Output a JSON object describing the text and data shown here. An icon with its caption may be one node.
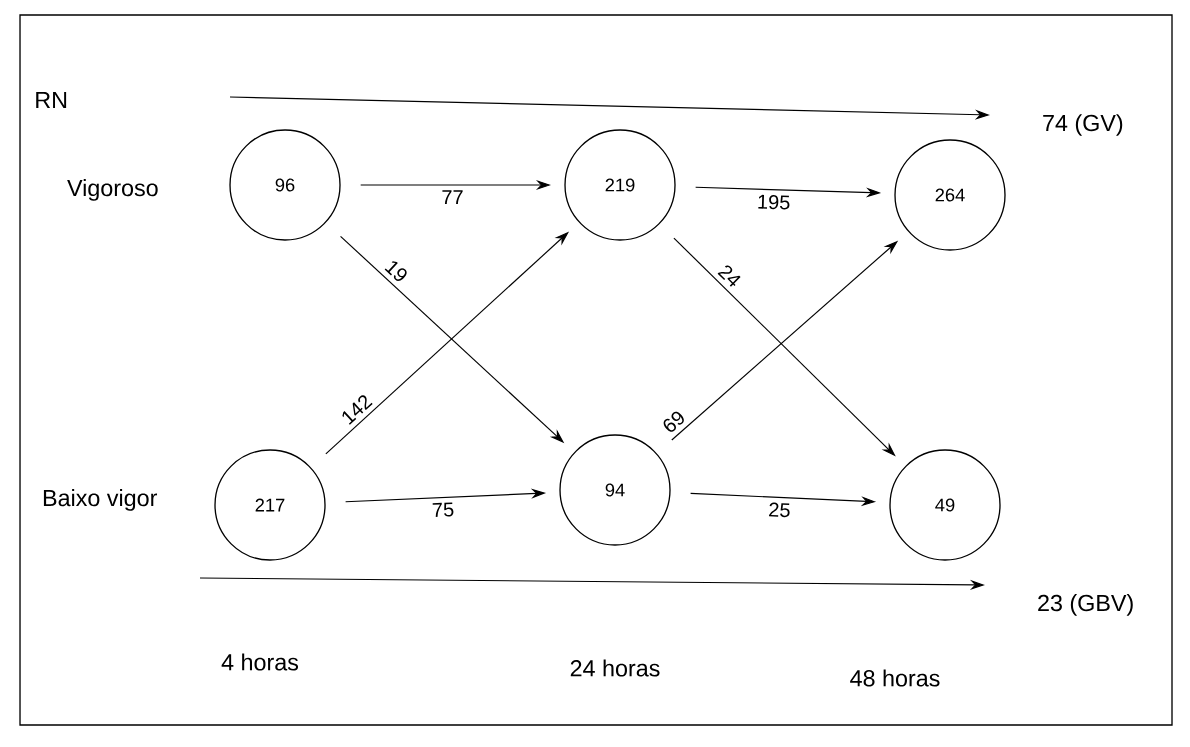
{
  "diagram": {
    "nodes": [
      {
        "text": [
          "96"
        ]
      },
      {
        "text": [
          "219"
        ]
      },
      {
        "text": [
          "264"
        ]
      },
      {
        "text": [
          "217"
        ]
      },
      {
        "text": [
          "94"
        ]
      },
      {
        "text": [
          "49"
        ]
      }
    ],
    "edges": [
      {
        "from": 0,
        "to": 1,
        "arrow": "to",
        "label": "77"
      },
      {
        "from": 1,
        "to": 2,
        "arrow": "to",
        "label": "195"
      },
      {
        "from": 0,
        "to": 4,
        "arrow": "to",
        "label": "19"
      },
      {
        "from": 3,
        "to": 1,
        "arrow": "to",
        "label": "142"
      },
      {
        "from": 1,
        "to": 5,
        "arrow": "to",
        "label": "24"
      },
      {
        "from": 4,
        "to": 2,
        "arrow": "to",
        "label": "69"
      },
      {
        "from": 3,
        "to": 4,
        "arrow": "to",
        "label": "75"
      },
      {
        "from": 4,
        "to": 5,
        "arrow": "to",
        "label": "25"
      }
    ],
    "labels": [
      "RN",
      "74 (GV)",
      "Vigoroso",
      "Baixo vigor",
      "23 (GBV)",
      "4 horas",
      "24 horas",
      "48 horas"
    ]
  }
}
